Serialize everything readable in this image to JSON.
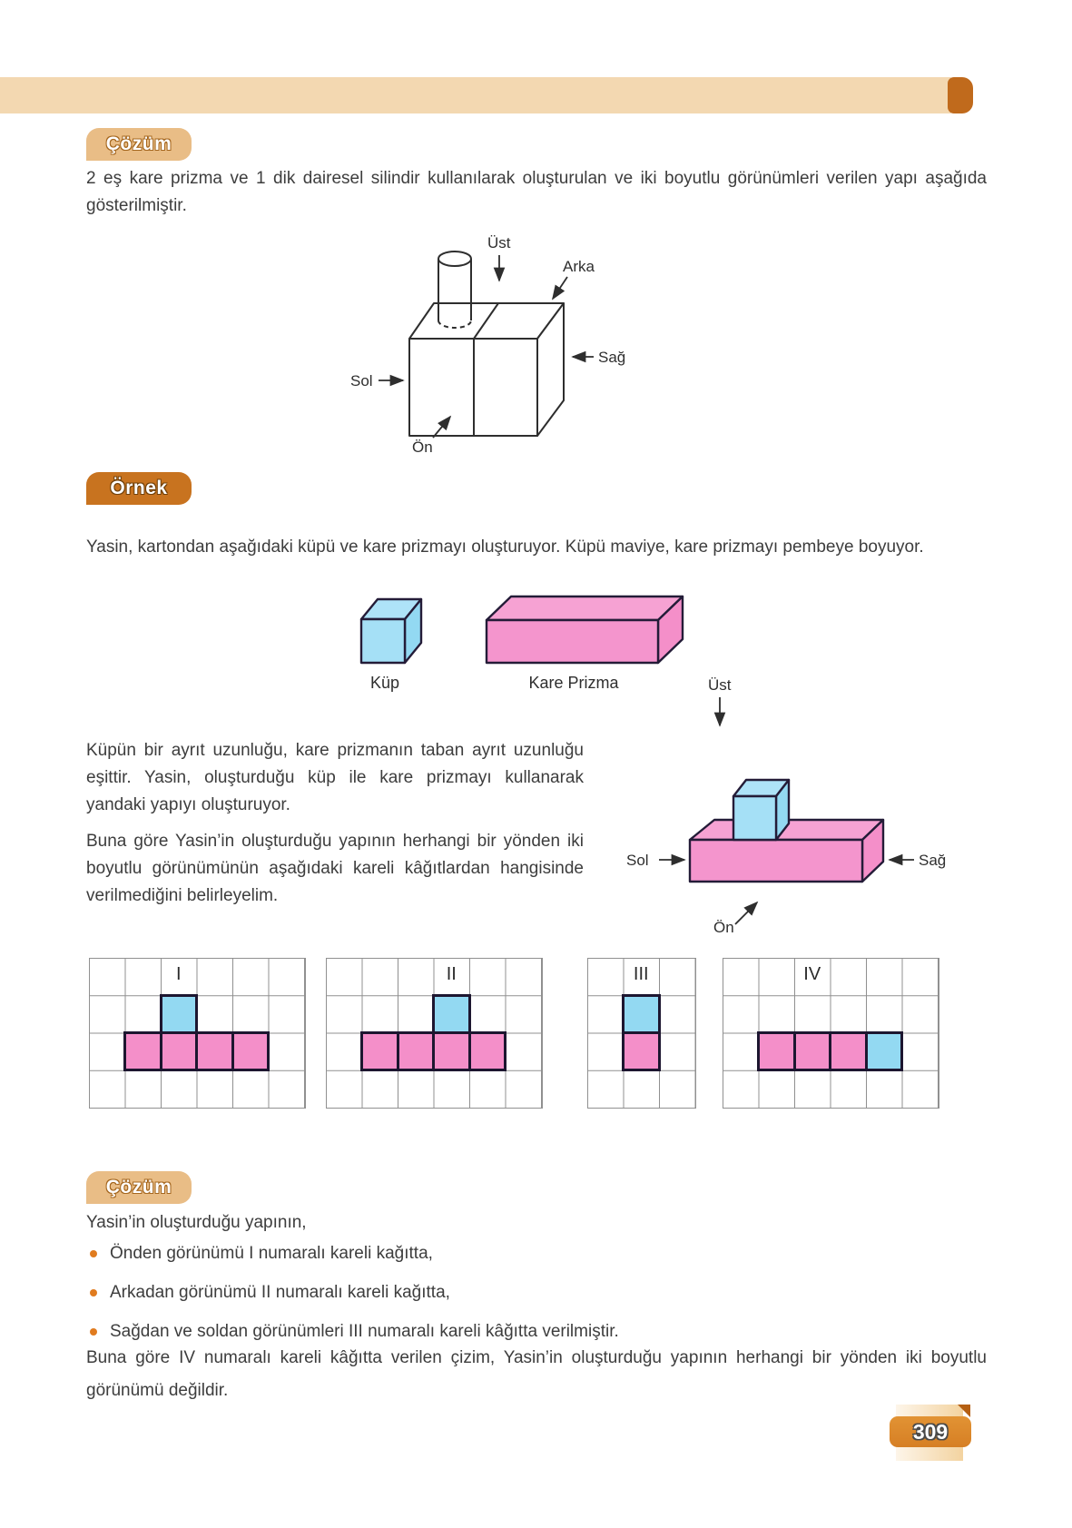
{
  "page": {
    "number": "309"
  },
  "colors": {
    "bar_tan": "#f3d8b1",
    "accent_orange": "#c8731f",
    "badge_tan": "#e9bd86",
    "cube_blue": "#93d9f2",
    "prism_pink": "#f48fc9",
    "bullet_orange": "#e07b1f"
  },
  "solution1": {
    "badge": "Çözüm",
    "text": "2 eş kare prizma ve 1 dik dairesel silindir kullanılarak oluşturulan ve iki boyutlu görünümleri verilen yapı aşağıda gösterilmiştir."
  },
  "diagram1": {
    "labels": {
      "top": "Üst",
      "back": "Arka",
      "right": "Sağ",
      "left": "Sol",
      "front": "Ön"
    }
  },
  "example": {
    "badge": "Örnek",
    "intro": "Yasin, kartondan aşağıdaki küpü ve kare prizmayı oluşturuyor. Küpü maviye, kare prizmayı pembeye boyuyor.",
    "cube_label": "Küp",
    "prism_label": "Kare Prizma",
    "para1": "Küpün bir ayrıt uzunluğu, kare prizmanın taban ayrıt uzunluğu eşittir. Yasin, oluşturduğu küp ile kare prizmayı kullanarak yandaki yapıyı oluşturuyor.",
    "para2": "Buna göre Yasin’in oluşturduğu yapının herhangi bir yönden iki boyutlu görünümünün aşağıdaki kareli kâğıtlardan hangisinde verilmediğini belirleyelim."
  },
  "diagram2": {
    "labels": {
      "top": "Üst",
      "right": "Sağ",
      "left": "Sol",
      "front": "Ön"
    }
  },
  "grids": [
    {
      "label": "I",
      "cols": 6,
      "rows": 4,
      "label_col": 2,
      "cells": [
        {
          "r": 1,
          "c": 2,
          "color": "blue"
        },
        {
          "r": 2,
          "c": 1,
          "color": "pink"
        },
        {
          "r": 2,
          "c": 2,
          "color": "pink"
        },
        {
          "r": 2,
          "c": 3,
          "color": "pink"
        },
        {
          "r": 2,
          "c": 4,
          "color": "pink"
        }
      ]
    },
    {
      "label": "II",
      "cols": 6,
      "rows": 4,
      "label_col": 3,
      "cells": [
        {
          "r": 1,
          "c": 3,
          "color": "blue"
        },
        {
          "r": 2,
          "c": 1,
          "color": "pink"
        },
        {
          "r": 2,
          "c": 2,
          "color": "pink"
        },
        {
          "r": 2,
          "c": 3,
          "color": "pink"
        },
        {
          "r": 2,
          "c": 4,
          "color": "pink"
        }
      ]
    },
    {
      "label": "III",
      "cols": 3,
      "rows": 4,
      "label_col": 1,
      "cells": [
        {
          "r": 1,
          "c": 1,
          "color": "blue"
        },
        {
          "r": 2,
          "c": 1,
          "color": "pink"
        }
      ]
    },
    {
      "label": "IV",
      "cols": 6,
      "rows": 4,
      "label_col": 2,
      "cells": [
        {
          "r": 2,
          "c": 1,
          "color": "pink"
        },
        {
          "r": 2,
          "c": 2,
          "color": "pink"
        },
        {
          "r": 2,
          "c": 3,
          "color": "pink"
        },
        {
          "r": 2,
          "c": 4,
          "color": "blue"
        }
      ]
    }
  ],
  "solution2": {
    "badge": "Çözüm",
    "intro": "Yasin’in oluşturduğu yapının,",
    "bullets": [
      "Önden görünümü I numaralı kareli kağıtta,",
      "Arkadan görünümü II numaralı kareli kağıtta,",
      "Sağdan ve soldan görünümleri III numaralı kareli kâğıtta verilmiştir."
    ],
    "conclusion": "Buna göre IV numaralı kareli kâğıtta verilen çizim, Yasin’in oluşturduğu yapının herhangi bir yönden iki boyutlu görünümü değildir."
  }
}
